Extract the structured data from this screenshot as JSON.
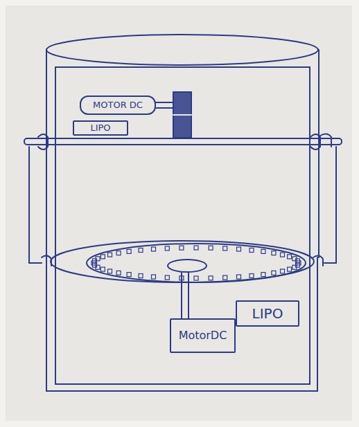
{
  "diagram": {
    "nodes": [
      {
        "text": [
          "MOTOR DC"
        ]
      },
      {
        "text": [
          "LIPO"
        ]
      },
      {
        "text": [
          "MotorDC"
        ]
      },
      {
        "text": [
          "LIPO"
        ]
      }
    ]
  }
}
